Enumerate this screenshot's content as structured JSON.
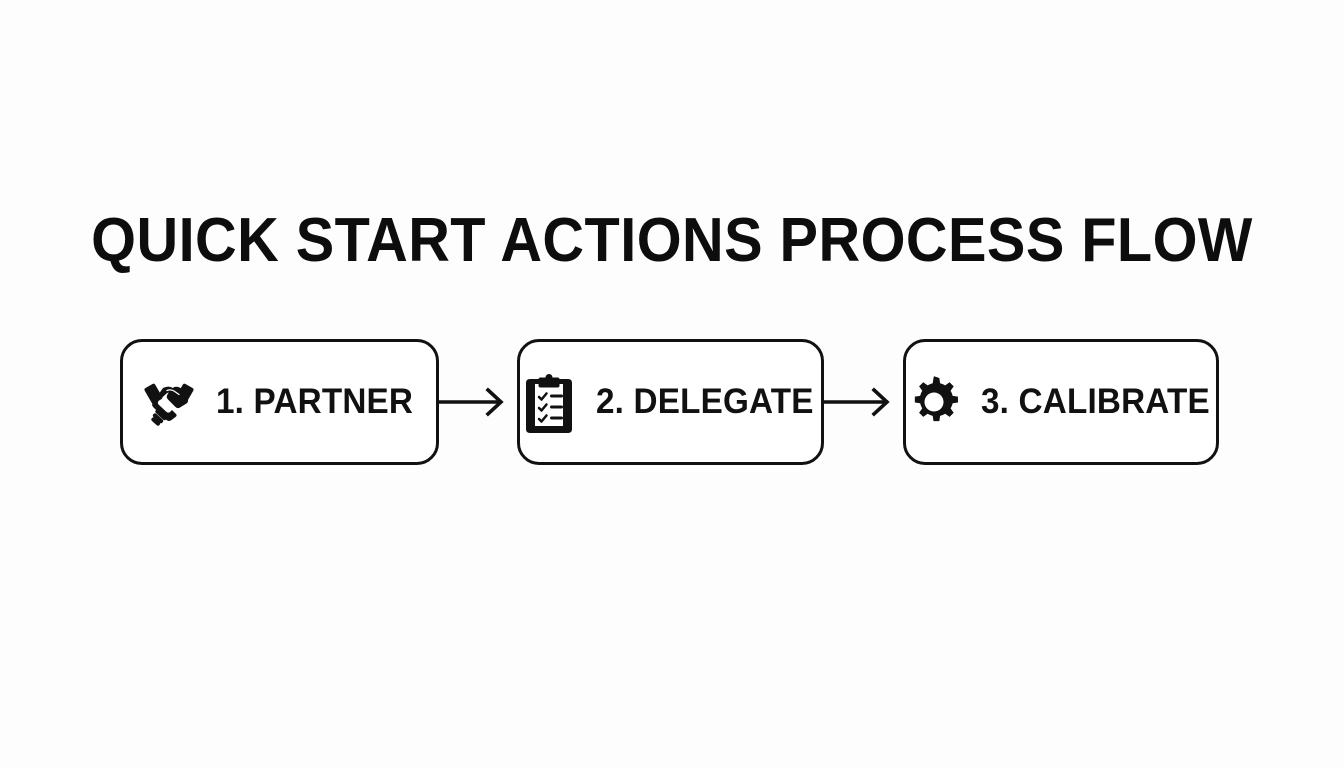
{
  "page": {
    "title": "QUICK START ACTIONS PROCESS FLOW",
    "background_color": "#fdfdfd",
    "ink_color": "#111111"
  },
  "flow": {
    "steps": [
      {
        "label": "1. PARTNER",
        "number": "1",
        "name": "PARTNER",
        "icon": "handshake-icon"
      },
      {
        "label": "2. DELEGATE",
        "number": "2",
        "name": "DELEGATE",
        "icon": "clipboard-checklist-icon"
      },
      {
        "label": "3. CALIBRATE",
        "number": "3",
        "name": "CALIBRATE",
        "icon": "gear-icon"
      }
    ],
    "connectors": [
      {
        "icon": "arrow-right-icon",
        "from": "1. PARTNER",
        "to": "2. DELEGATE"
      },
      {
        "icon": "arrow-right-icon",
        "from": "2. DELEGATE",
        "to": "3. CALIBRATE"
      }
    ]
  }
}
